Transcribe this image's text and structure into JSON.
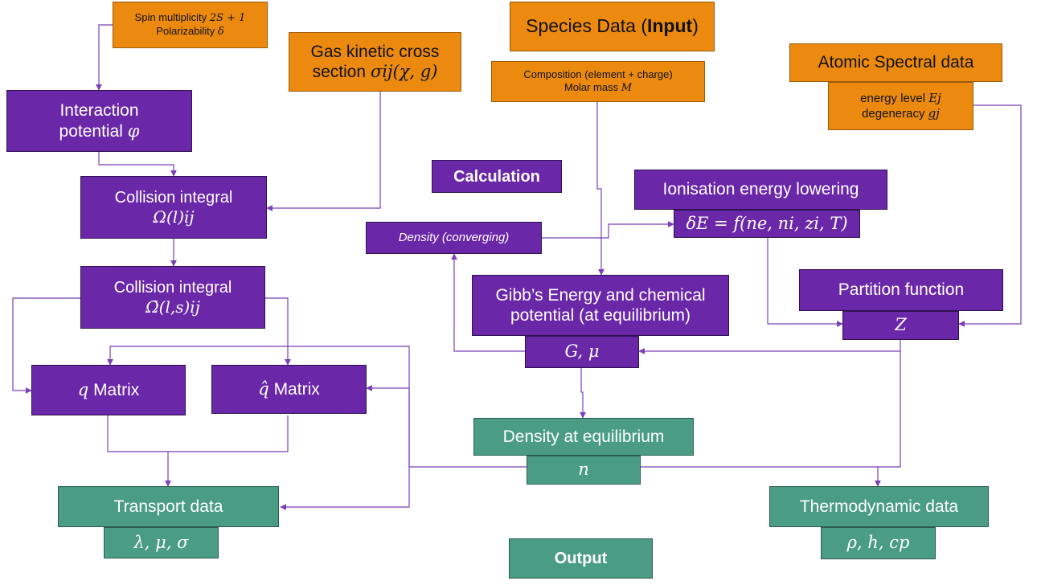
{
  "inputs": {
    "spin_box": {
      "line1_text": "Spin multiplicity",
      "line1_math": "2S + 1",
      "line2_text": "Polarizability",
      "line2_math": "δ"
    },
    "gas_kinetic": {
      "line1": "Gas kinetic cross",
      "line2_text": "section",
      "line2_math": "σij(χ, g)"
    },
    "species_data": {
      "title_prefix": "Species Data (",
      "title_bold": "Input",
      "title_suffix": ")"
    },
    "composition": {
      "line1": "Composition (element + charge)",
      "line2_text": "Molar mass",
      "line2_math": "M"
    },
    "atomic_spectral": {
      "title": "Atomic Spectral data",
      "line1_text": "energy level",
      "line1_math": "Ej",
      "line2_text": "degeneracy",
      "line2_math": "gj"
    }
  },
  "calculation": {
    "label": "Calculation",
    "interaction": {
      "line1": "Interaction",
      "line2_text": "potential",
      "line2_math": "φ"
    },
    "collision1": {
      "line1": "Collision integral",
      "math": "Ω(l)ij"
    },
    "collision2": {
      "line1": "Collision integral",
      "math": "Ω̄(l,s)ij"
    },
    "q_matrix": {
      "math": "q",
      "text": "Matrix"
    },
    "qhat_matrix": {
      "math": "q̂",
      "text": "Matrix"
    },
    "density_converging": "Density (converging)",
    "ionisation": {
      "title": "Ionisation energy lowering",
      "formula": "δE = f(ne, ni, zi, T)"
    },
    "gibbs": {
      "line1": "Gibb’s Energy and chemical",
      "line2": "potential (at equilibrium)",
      "symbols": "G, μ"
    },
    "partition": {
      "title": "Partition function",
      "symbol": "Z"
    }
  },
  "outputs": {
    "label": "Output",
    "density_eq": {
      "title": "Density at equilibrium",
      "symbol": "n"
    },
    "transport": {
      "title": "Transport data",
      "symbols": "λ, μ, σ"
    },
    "thermo": {
      "title": "Thermodynamic data",
      "symbols": "ρ,  h, cp"
    }
  },
  "colors": {
    "input": "#ec8a0f",
    "calculation": "#6a27a8",
    "output": "#4a9d84",
    "arrow": "#7b3fb8"
  }
}
